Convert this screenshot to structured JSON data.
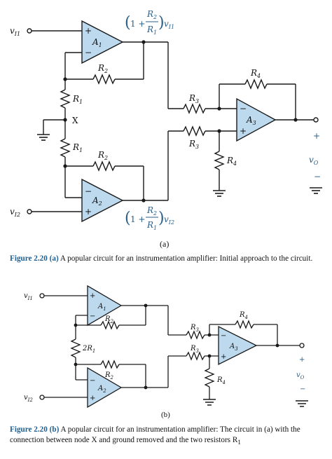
{
  "figure_a": {
    "label": "(a)",
    "caption_prefix": "Figure 2.20",
    "caption_tag": "(a)",
    "caption_text": " A popular circuit for an instrumentation amplifier: Initial approach to the circuit.",
    "labels": {
      "vi1": "v",
      "vi1_sub": "I1",
      "vi2": "v",
      "vi2_sub": "I2",
      "A1": "A",
      "A1_sub": "1",
      "A2": "A",
      "A2_sub": "2",
      "A3": "A",
      "A3_sub": "3",
      "R1_top": "R",
      "R1_top_sub": "1",
      "R1_bot": "R",
      "R1_bot_sub": "1",
      "R2_top": "R",
      "R2_top_sub": "2",
      "R2_bot": "R",
      "R2_bot_sub": "2",
      "R3_top": "R",
      "R3_top_sub": "3",
      "R3_bot": "R",
      "R3_bot_sub": "3",
      "R4_top": "R",
      "R4_top_sub": "4",
      "R4_bot": "R",
      "R4_bot_sub": "4",
      "node_x": "X",
      "gain_top_num": "R",
      "gain_top_num_sub": "2",
      "gain_top_den": "R",
      "gain_top_den_sub": "1",
      "gain_top_one": "1 +",
      "gain_top_v": "v",
      "gain_top_v_sub": "I1",
      "gain_bot_num": "R",
      "gain_bot_num_sub": "2",
      "gain_bot_den": "R",
      "gain_bot_den_sub": "1",
      "gain_bot_one": "1 +",
      "gain_bot_v": "v",
      "gain_bot_v_sub": "I2",
      "out_plus": "+",
      "out_minus": "−",
      "vo": "v",
      "vo_sub": "O",
      "plus": "+",
      "minus": "−"
    }
  },
  "figure_b": {
    "label": "(b)",
    "caption_prefix": "Figure 2.20",
    "caption_tag": "(b)",
    "caption_text": " A popular circuit for an instrumentation amplifier: The circuit in (a) with the connection between node X and ground removed and the two resistors R",
    "caption_sub": "1",
    "labels": {
      "vi1": "v",
      "vi1_sub": "I1",
      "vi2": "v",
      "vi2_sub": "I2",
      "A1": "A",
      "A1_sub": "1",
      "A2": "A",
      "A2_sub": "2",
      "A3": "A",
      "A3_sub": "3",
      "R2_top": "R",
      "R2_top_sub": "2",
      "R2_bot": "R",
      "R2_bot_sub": "2",
      "R3_top": "R",
      "R3_top_sub": "3",
      "R3_bot": "R",
      "R3_bot_sub": "3",
      "R4_top": "R",
      "R4_top_sub": "4",
      "R4_bot": "R",
      "R4_bot_sub": "4",
      "R1_mid": "2R",
      "R1_mid_sub": "1",
      "out_plus": "+",
      "out_minus": "−",
      "vo": "v",
      "vo_sub": "O",
      "plus": "+",
      "minus": "−"
    }
  },
  "colors": {
    "opamp_fill": "#bcd9ee",
    "wire": "#1a1a1a",
    "gain_text": "#2a5f8a",
    "caption_accent": "#1f5f8f"
  }
}
